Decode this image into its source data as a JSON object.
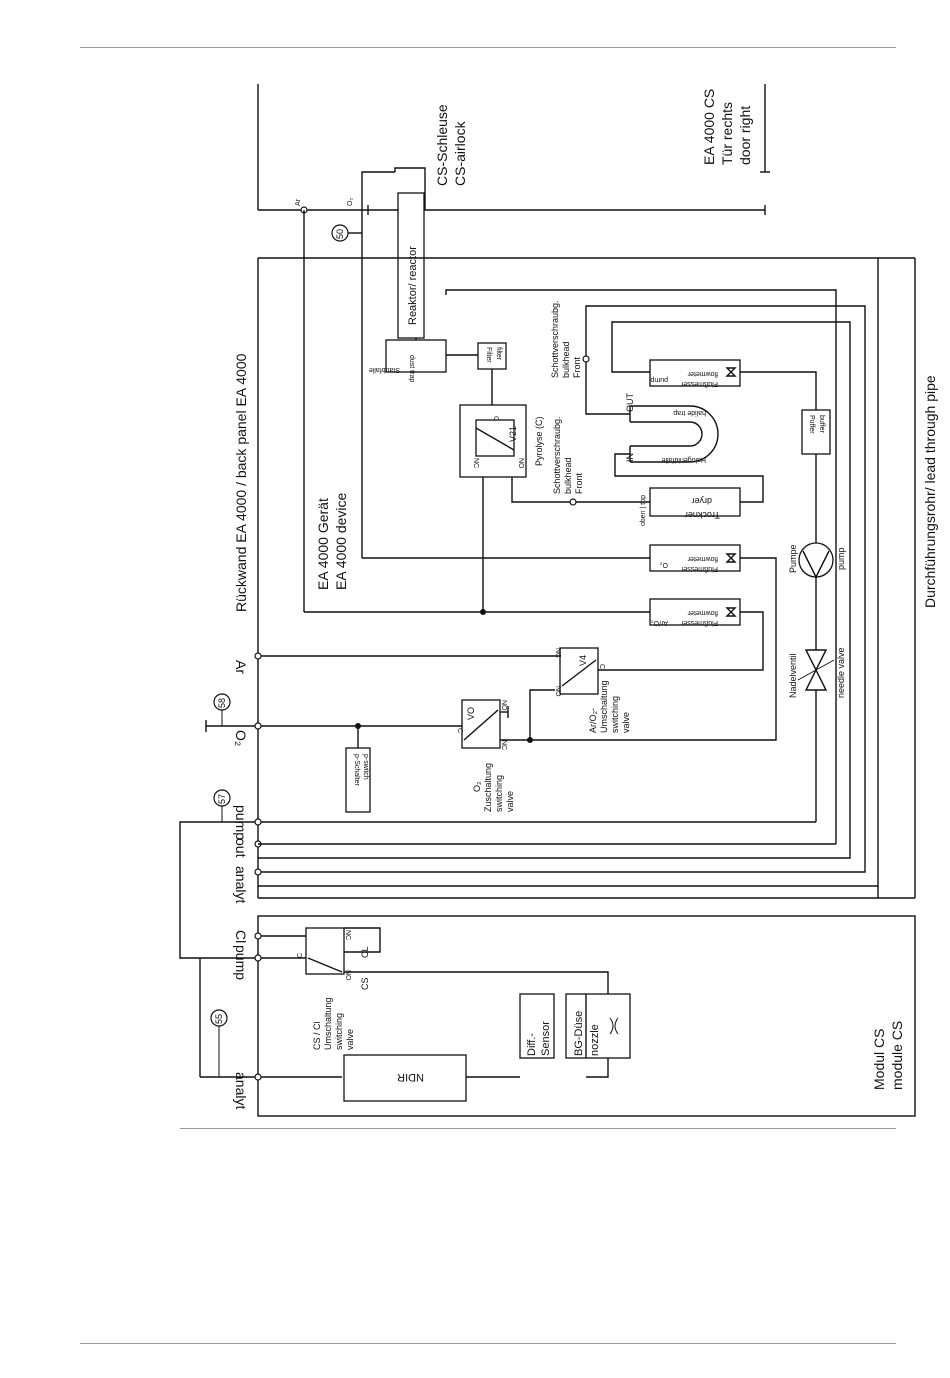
{
  "labels": {
    "door": [
      "EA 4000 CS",
      "Tür rechts",
      "door right"
    ],
    "airlock": [
      "CS-Schleuse",
      "CS-airlock"
    ],
    "reactor": "Reaktor/ reactor",
    "back_panel": "Rückwand EA 4000 / back panel EA 4000",
    "device": [
      "EA 4000 Gerät",
      "EA 4000 device"
    ],
    "lead_through": "Durchführungsrohr/ lead through pipe",
    "module": [
      "Modul CS",
      "module CS"
    ],
    "ar": "Ar",
    "o2_small": "O₂",
    "o2_port": "O₂",
    "ports_left": [
      "pump",
      "out",
      "analyt"
    ],
    "ports_module": [
      "Cl",
      "pump",
      "analyt"
    ],
    "cl_label": "CL",
    "cs_label": "CS",
    "markers": [
      "50",
      "58",
      "57",
      "55"
    ]
  },
  "components": {
    "dust_trap": [
      "Staubfalle",
      "dust trap"
    ],
    "filter": [
      "Filter",
      "filter"
    ],
    "pyrolysis": [
      "Pyrolyse (C)"
    ],
    "bulkhead_mid": [
      "Schottverschraubg.",
      "bulkhead",
      "Front"
    ],
    "bulkhead_top": [
      "Schottverschraubg.",
      "bulkhead",
      "Front"
    ],
    "v21": "V21",
    "v4": "V4",
    "vo": "VO",
    "halide_trap": [
      "Halogenidfalle",
      "halide trap"
    ],
    "in_label": "IN",
    "out_label": "OUT",
    "dryer": [
      "Trockner",
      "dryer"
    ],
    "dryer_top": "oben | top",
    "fm_pump": [
      "Flußmesser",
      "flowmeter",
      "pump"
    ],
    "buffer": [
      "Puffer",
      "buffer"
    ],
    "fm_o2": [
      "Flußmesser",
      "flowmeter",
      "O₂"
    ],
    "fm_ar": [
      "Flußmesser",
      "flowmeter",
      "Ar/O₂"
    ],
    "pump": [
      "Pumpe",
      "pump"
    ],
    "needle": [
      "Nadelventil",
      "needle valve"
    ],
    "ar_o2_valve": [
      "Ar/O₂-",
      "Umschaltung",
      "switching",
      "valve"
    ],
    "o2_valve": [
      "O₂",
      "Zuschaltung",
      "switching",
      "valve"
    ],
    "p_switch": [
      "p-Schalter",
      "p-switch"
    ],
    "cs_cl_valve": [
      "CS / Cl",
      "Umschaltung",
      "switching",
      "valve"
    ],
    "diff_sensor": [
      "Diff.-",
      "Sensor"
    ],
    "bg_nozzle": [
      "BG-Düse",
      "nozzle"
    ],
    "ndir": "NDIR",
    "valve_pins": [
      "NC",
      "NO",
      "C"
    ]
  }
}
